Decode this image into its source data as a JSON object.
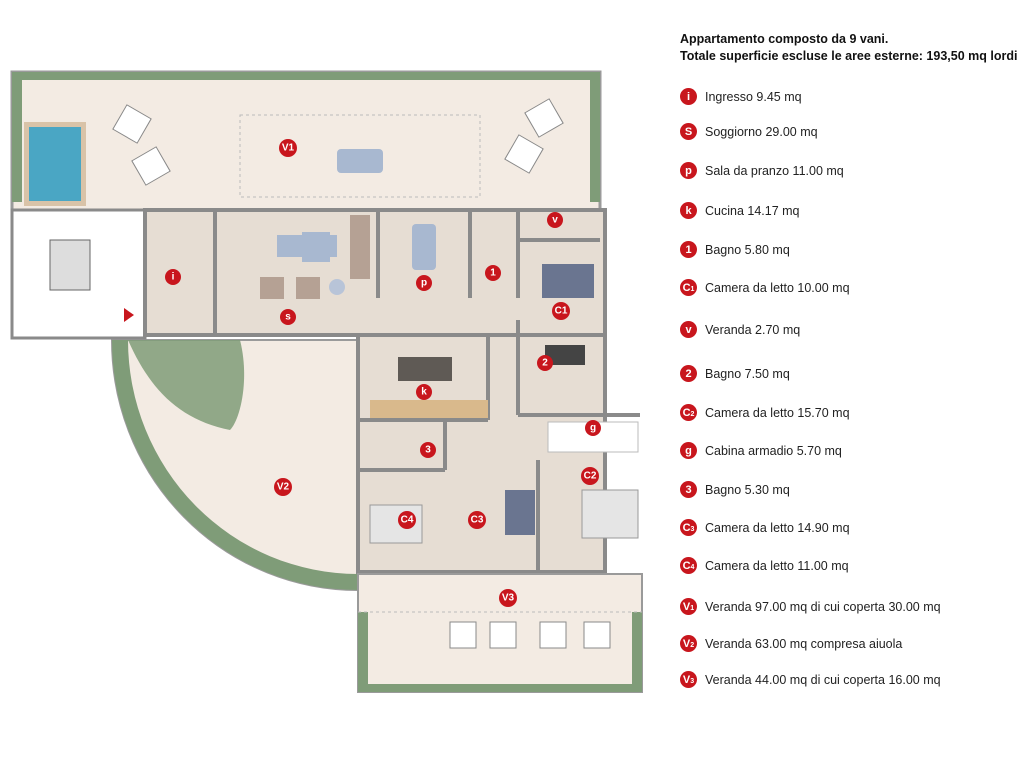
{
  "header": {
    "line1": "Appartamento composto da 9 vani.",
    "line2": "Totale superficie escluse le aree esterne: 193,50 mq lordi"
  },
  "legend": [
    {
      "code": "i",
      "sub": "",
      "text": "Ingresso 9.45 mq"
    },
    {
      "code": "S",
      "sub": "",
      "text": "Soggiorno 29.00 mq"
    },
    {
      "code": "p",
      "sub": "",
      "text": "Sala da pranzo 11.00 mq"
    },
    {
      "code": "k",
      "sub": "",
      "text": "Cucina 14.17 mq"
    },
    {
      "code": "1",
      "sub": "",
      "text": "Bagno 5.80 mq"
    },
    {
      "code": "C",
      "sub": "1",
      "text": "Camera da letto 10.00 mq"
    },
    {
      "code": "v",
      "sub": "",
      "text": "Veranda 2.70 mq"
    },
    {
      "code": "2",
      "sub": "",
      "text": "Bagno 7.50 mq"
    },
    {
      "code": "C",
      "sub": "2",
      "text": "Camera da letto 15.70 mq"
    },
    {
      "code": "g",
      "sub": "",
      "text": "Cabina armadio 5.70 mq"
    },
    {
      "code": "3",
      "sub": "",
      "text": "Bagno 5.30 mq"
    },
    {
      "code": "C",
      "sub": "3",
      "text": "Camera da letto 14.90 mq"
    },
    {
      "code": "C",
      "sub": "4",
      "text": "Camera da letto 11.00 mq"
    },
    {
      "code": "V",
      "sub": "1",
      "text": "Veranda 97.00 mq di cui coperta 30.00 mq"
    },
    {
      "code": "V",
      "sub": "2",
      "text": "Veranda 63.00 mq compresa aiuola"
    },
    {
      "code": "V",
      "sub": "3",
      "text": "Veranda 44.00 mq di cui coperta 16.00 mq"
    }
  ],
  "plan_markers": {
    "v1": "V1",
    "i": "i",
    "s": "s",
    "p": "p",
    "b1": "1",
    "v": "v",
    "c1": "C1",
    "b2": "2",
    "k": "k",
    "g": "g",
    "b3": "3",
    "c2": "C2",
    "v2": "V2",
    "c4": "C4",
    "c3": "C3",
    "v3": "V3"
  },
  "colors": {
    "accent": "#c8161d",
    "floor": "#e6ddd3",
    "terrace": "#f3ebe3",
    "wall": "#8a8a8a",
    "green": "#7f9c78",
    "pool": "#4aa6c4"
  }
}
